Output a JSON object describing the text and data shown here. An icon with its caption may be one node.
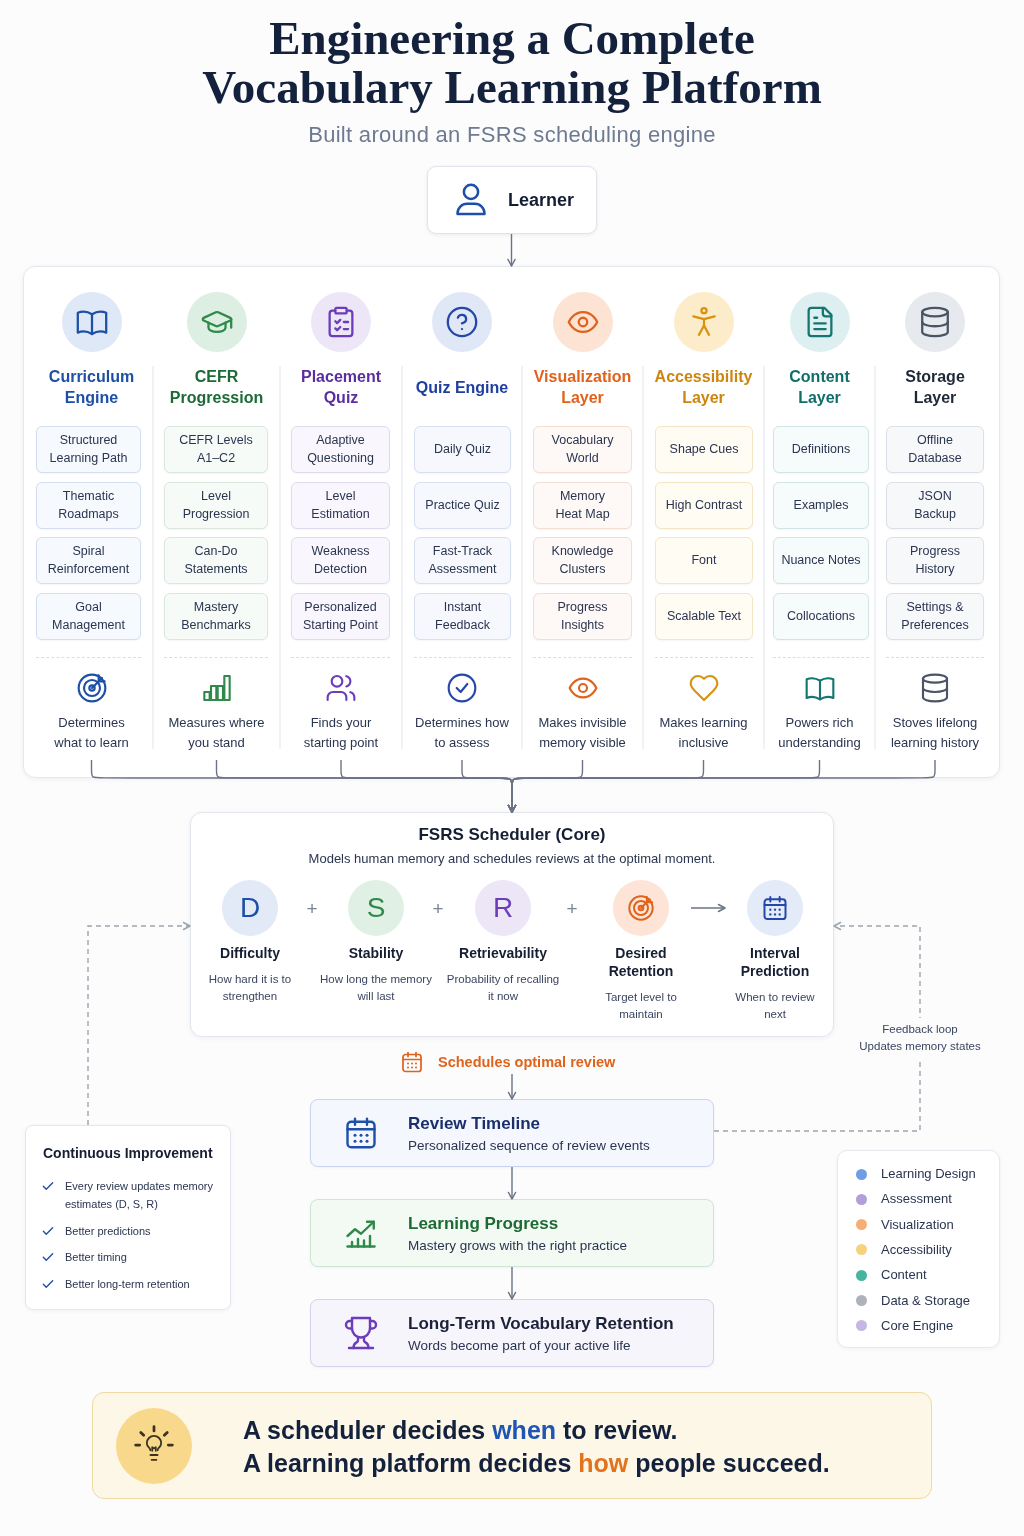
{
  "diagram": {
    "title": "Engineering a Complete Vocabulary Learning Platform",
    "nodes": [
      {
        "text": [
          "Learner"
        ]
      },
      {
        "text": [],
        "shape": "box"
      },
      {
        "text": [
          "Curriculum Engine",
          "Determines what to learn"
        ],
        "in": 1
      },
      {
        "text": [
          "Structured Learning Path"
        ],
        "in": 2
      },
      {
        "text": [
          "Thematic Roadmaps"
        ],
        "in": 2
      },
      {
        "text": [
          "Spiral Reinforcement"
        ],
        "in": 2
      },
      {
        "text": [
          "Goal Management"
        ],
        "in": 2
      },
      {
        "text": [
          "CEFR Progression",
          "Measures where you stand"
        ],
        "in": 1
      },
      {
        "text": [
          "CEFR Levels A1–C2"
        ],
        "in": 7
      },
      {
        "text": [
          "Level Progression"
        ],
        "in": 7
      },
      {
        "text": [
          "Can-Do Statements"
        ],
        "in": 7
      },
      {
        "text": [
          "Mastery Benchmarks"
        ],
        "in": 7
      },
      {
        "text": [
          "Placement Quiz",
          "Finds your starting point"
        ],
        "in": 1
      },
      {
        "text": [
          "Adaptive Questioning"
        ],
        "in": 12
      },
      {
        "text": [
          "Level Estimation"
        ],
        "in": 12
      },
      {
        "text": [
          "Weakness Detection"
        ],
        "in": 12
      },
      {
        "text": [
          "Personalized Starting Point"
        ],
        "in": 12
      },
      {
        "text": [
          "Quiz Engine",
          "Determines how to assess"
        ],
        "in": 1
      },
      {
        "text": [
          "Daily Quiz"
        ],
        "in": 17
      },
      {
        "text": [
          "Practice Quiz"
        ],
        "in": 17
      },
      {
        "text": [
          "Fast-Track Assessment"
        ],
        "in": 17
      },
      {
        "text": [
          "Instant Feedback"
        ],
        "in": 17
      },
      {
        "text": [
          "Visualization Layer",
          "Makes invisible memory visible"
        ],
        "in": 1
      },
      {
        "text": [
          "Vocabulary World"
        ],
        "in": 22
      },
      {
        "text": [
          "Memory Heat Map"
        ],
        "in": 22
      },
      {
        "text": [
          "Knowledge Clusters"
        ],
        "in": 22
      },
      {
        "text": [
          "Progress Insights"
        ],
        "in": 22
      },
      {
        "text": [
          "Accessibility Layer",
          "Makes learning inclusive"
        ],
        "in": 1
      },
      {
        "text": [
          "Shape Cues"
        ],
        "in": 27
      },
      {
        "text": [
          "High Contrast"
        ],
        "in": 27
      },
      {
        "text": [
          "Font"
        ],
        "in": 27
      },
      {
        "text": [
          "Scalable Text"
        ],
        "in": 27
      },
      {
        "text": [
          "Content Layer",
          "Powers rich understanding"
        ],
        "in": 1
      },
      {
        "text": [
          "Definitions"
        ],
        "in": 32
      },
      {
        "text": [
          "Examples"
        ],
        "in": 32
      },
      {
        "text": [
          "Nuance Notes"
        ],
        "in": 32
      },
      {
        "text": [
          "Collocations"
        ],
        "in": 32
      },
      {
        "text": [
          "Storage Layer",
          "Stoves lifelong learning history"
        ],
        "in": 1
      },
      {
        "text": [
          "Offline Database"
        ],
        "in": 37
      },
      {
        "text": [
          "JSON Backup"
        ],
        "in": 37
      },
      {
        "text": [
          "Progress History"
        ],
        "in": 37
      },
      {
        "text": [
          "Settings & Preferences"
        ],
        "in": 37
      },
      {
        "text": [
          "FSRS Scheduler (Core)",
          "Models human memory and schedules reviews at the optimal moment."
        ]
      },
      {
        "text": [
          "D",
          "Difficulty",
          "How hard it is to strengthen"
        ],
        "in": 42
      },
      {
        "text": [
          "S",
          "Stability",
          "How long the memory will last"
        ],
        "in": 42
      },
      {
        "text": [
          "R",
          "Retrievability",
          "Probability of recalling it now"
        ],
        "in": 42
      },
      {
        "text": [
          "Desired Retention",
          "Target level to maintain"
        ],
        "in": 42
      },
      {
        "text": [
          "Interval Prediction",
          "When to review next"
        ],
        "in": 42
      },
      {
        "text": [
          "Schedules optimal review"
        ]
      },
      {
        "text": [
          "Review Timeline",
          "Personalized sequence of review events"
        ]
      },
      {
        "text": [
          "Learning Progress",
          "Mastery grows with the right practice"
        ]
      },
      {
        "text": [
          "Long-Term Vocabulary Retention",
          "Words become part of your active life"
        ]
      },
      {
        "text": [
          "Continuous Improvement",
          "Every review updates memory estimates (D, S, R)",
          "Better predictions",
          "Better timing",
          "Better long-term retention"
        ]
      },
      {
        "text": [
          "A scheduler decides **when** to review.",
          "A learning platform decides **how** people succeed."
        ]
      }
    ],
    "edges": [
      {
        "from": 0,
        "to": 1,
        "arrow": "to"
      },
      {
        "from": 2,
        "to": 42,
        "arrow": "to"
      },
      {
        "from": 7,
        "to": 42,
        "arrow": "to"
      },
      {
        "from": 12,
        "to": 42,
        "arrow": "to"
      },
      {
        "from": 17,
        "to": 42,
        "arrow": "to"
      },
      {
        "from": 22,
        "to": 42,
        "arrow": "to"
      },
      {
        "from": 27,
        "to": 42,
        "arrow": "to"
      },
      {
        "from": 32,
        "to": 42,
        "arrow": "to"
      },
      {
        "from": 37,
        "to": 42,
        "arrow": "to"
      },
      {
        "from": 46,
        "to": 47,
        "arrow": "to"
      },
      {
        "from": 48,
        "to": 49,
        "arrow": "to"
      },
      {
        "from": 49,
        "to": 50,
        "arrow": "to"
      },
      {
        "from": 50,
        "to": 51,
        "arrow": "to"
      },
      {
        "from": 52,
        "to": 42,
        "arrow": "to",
        "style": "dashed",
        "color": "#9ca3af"
      },
      {
        "from": 49,
        "to": 42,
        "arrow": "to",
        "style": "dashed",
        "color": "#9ca3af",
        "label": "Feedback loop Updates memory states"
      }
    ],
    "labels": [
      "Built around an FSRS scheduling engine",
      "+",
      "+",
      "+"
    ],
    "legend": [
      {
        "text": "Learning Design",
        "color": "#6e9ee3"
      },
      {
        "text": "Assessment",
        "color": "#b39ddb"
      },
      {
        "text": "Visualization",
        "color": "#f8ad74"
      },
      {
        "text": "Accessibility",
        "color": "#f6d27a"
      },
      {
        "text": "Content",
        "color": "#46b5a0"
      },
      {
        "text": "Data & Storage",
        "color": "#aeb3bb"
      },
      {
        "text": "Core Engine",
        "color": "#c5b6e8"
      }
    ]
  }
}
